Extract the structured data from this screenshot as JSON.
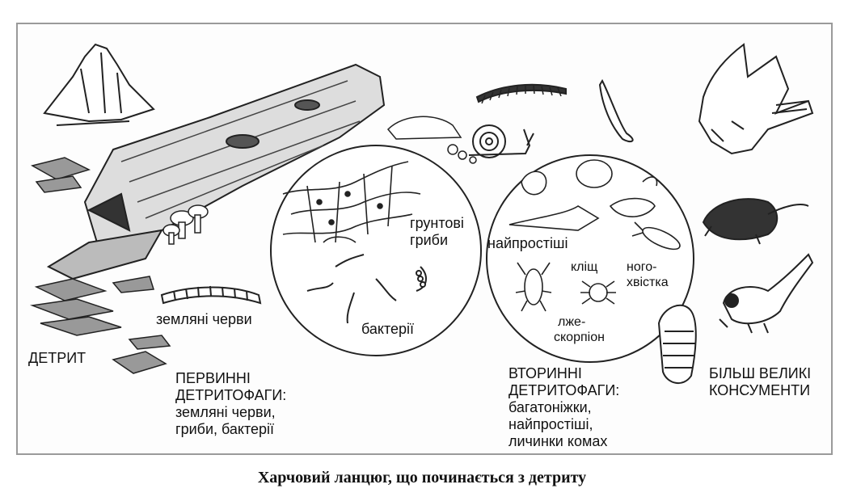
{
  "labels": {
    "detrytus": "ДЕТРИТ",
    "earthworms": "земляні черви",
    "soil_fungi_1": "грунтові",
    "soil_fungi_2": "гриби",
    "bacteria": "бактерії",
    "protozoa": "найпростіші",
    "mite": "кліщ",
    "springtail_1": "ного-",
    "springtail_2": "хвістка",
    "pseudoscorpion_1": "лже-",
    "pseudoscorpion_2": "скорпіон"
  },
  "primary": {
    "line1": "ПЕРВИННІ",
    "line2": "ДЕТРИТОФАГИ:",
    "line3": "земляні черви,",
    "line4": "гриби, бактерії"
  },
  "secondary": {
    "line1": "ВТОРИННІ",
    "line2": "ДЕТРИТОФАГИ:",
    "line3": "багатоніжки,",
    "line4": "найпростіші,",
    "line5": "личинки  комах"
  },
  "larger": {
    "line1": "БІЛЬШ ВЕЛИКІ",
    "line2": "КОНСУМЕНТИ"
  },
  "caption": "Харчовий ланцюг, що починається з детриту"
}
